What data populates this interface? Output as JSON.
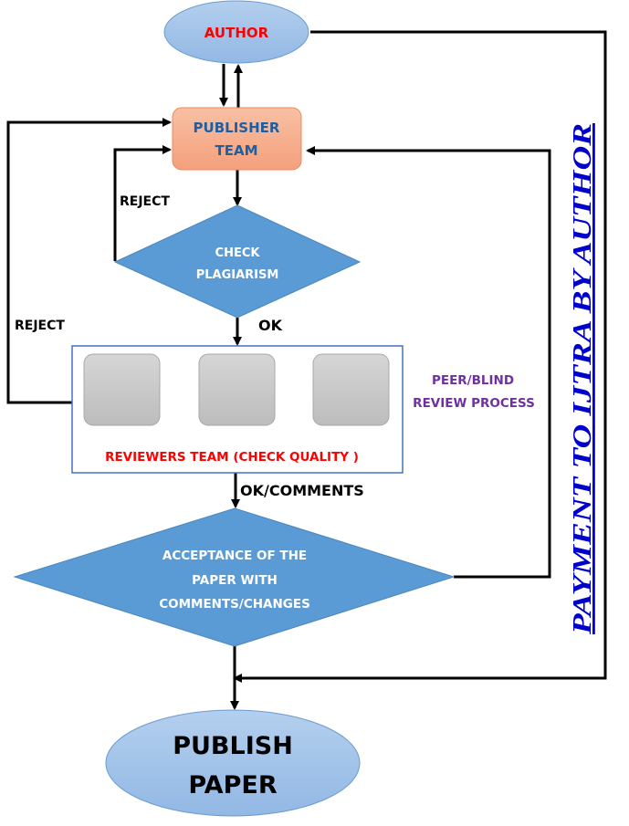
{
  "nodes": {
    "author": {
      "label": "AUTHOR",
      "text_color": "#ff0000",
      "fill": "#9dc3e6"
    },
    "publisher": {
      "lines": [
        "PUBLISHER",
        "TEAM"
      ],
      "text_color": "#1f5fa0",
      "fill": "#f4a582"
    },
    "check_plagiarism": {
      "lines": [
        "CHECK",
        "PLAGIARISM"
      ],
      "text_color": "#ffffff",
      "fill": "#5b9bd5"
    },
    "reviewers": {
      "label": "REVIEWERS TEAM (CHECK QUALITY )",
      "text_color": "#ff0000",
      "border": "#4472c4",
      "member_count": 3
    },
    "acceptance": {
      "lines": [
        "ACCEPTANCE OF THE",
        "PAPER WITH",
        "COMMENTS/CHANGES"
      ],
      "text_color": "#ffffff",
      "fill": "#5b9bd5"
    },
    "publish": {
      "lines": [
        "PUBLISH",
        "PAPER"
      ],
      "text_color": "#000000",
      "fill": "#9dc3e6"
    }
  },
  "edge_labels": {
    "reject_inner": "REJECT",
    "reject_outer": "REJECT",
    "ok": "OK",
    "ok_comments": "OK/COMMENTS"
  },
  "annotations": {
    "peer_review": [
      "PEER/BLIND",
      "REVIEW PROCESS"
    ],
    "peer_review_color": "#7030a0",
    "payment": "PAYMENT TO IJTRA BY AUTHOR",
    "payment_color": "#0000cc"
  }
}
